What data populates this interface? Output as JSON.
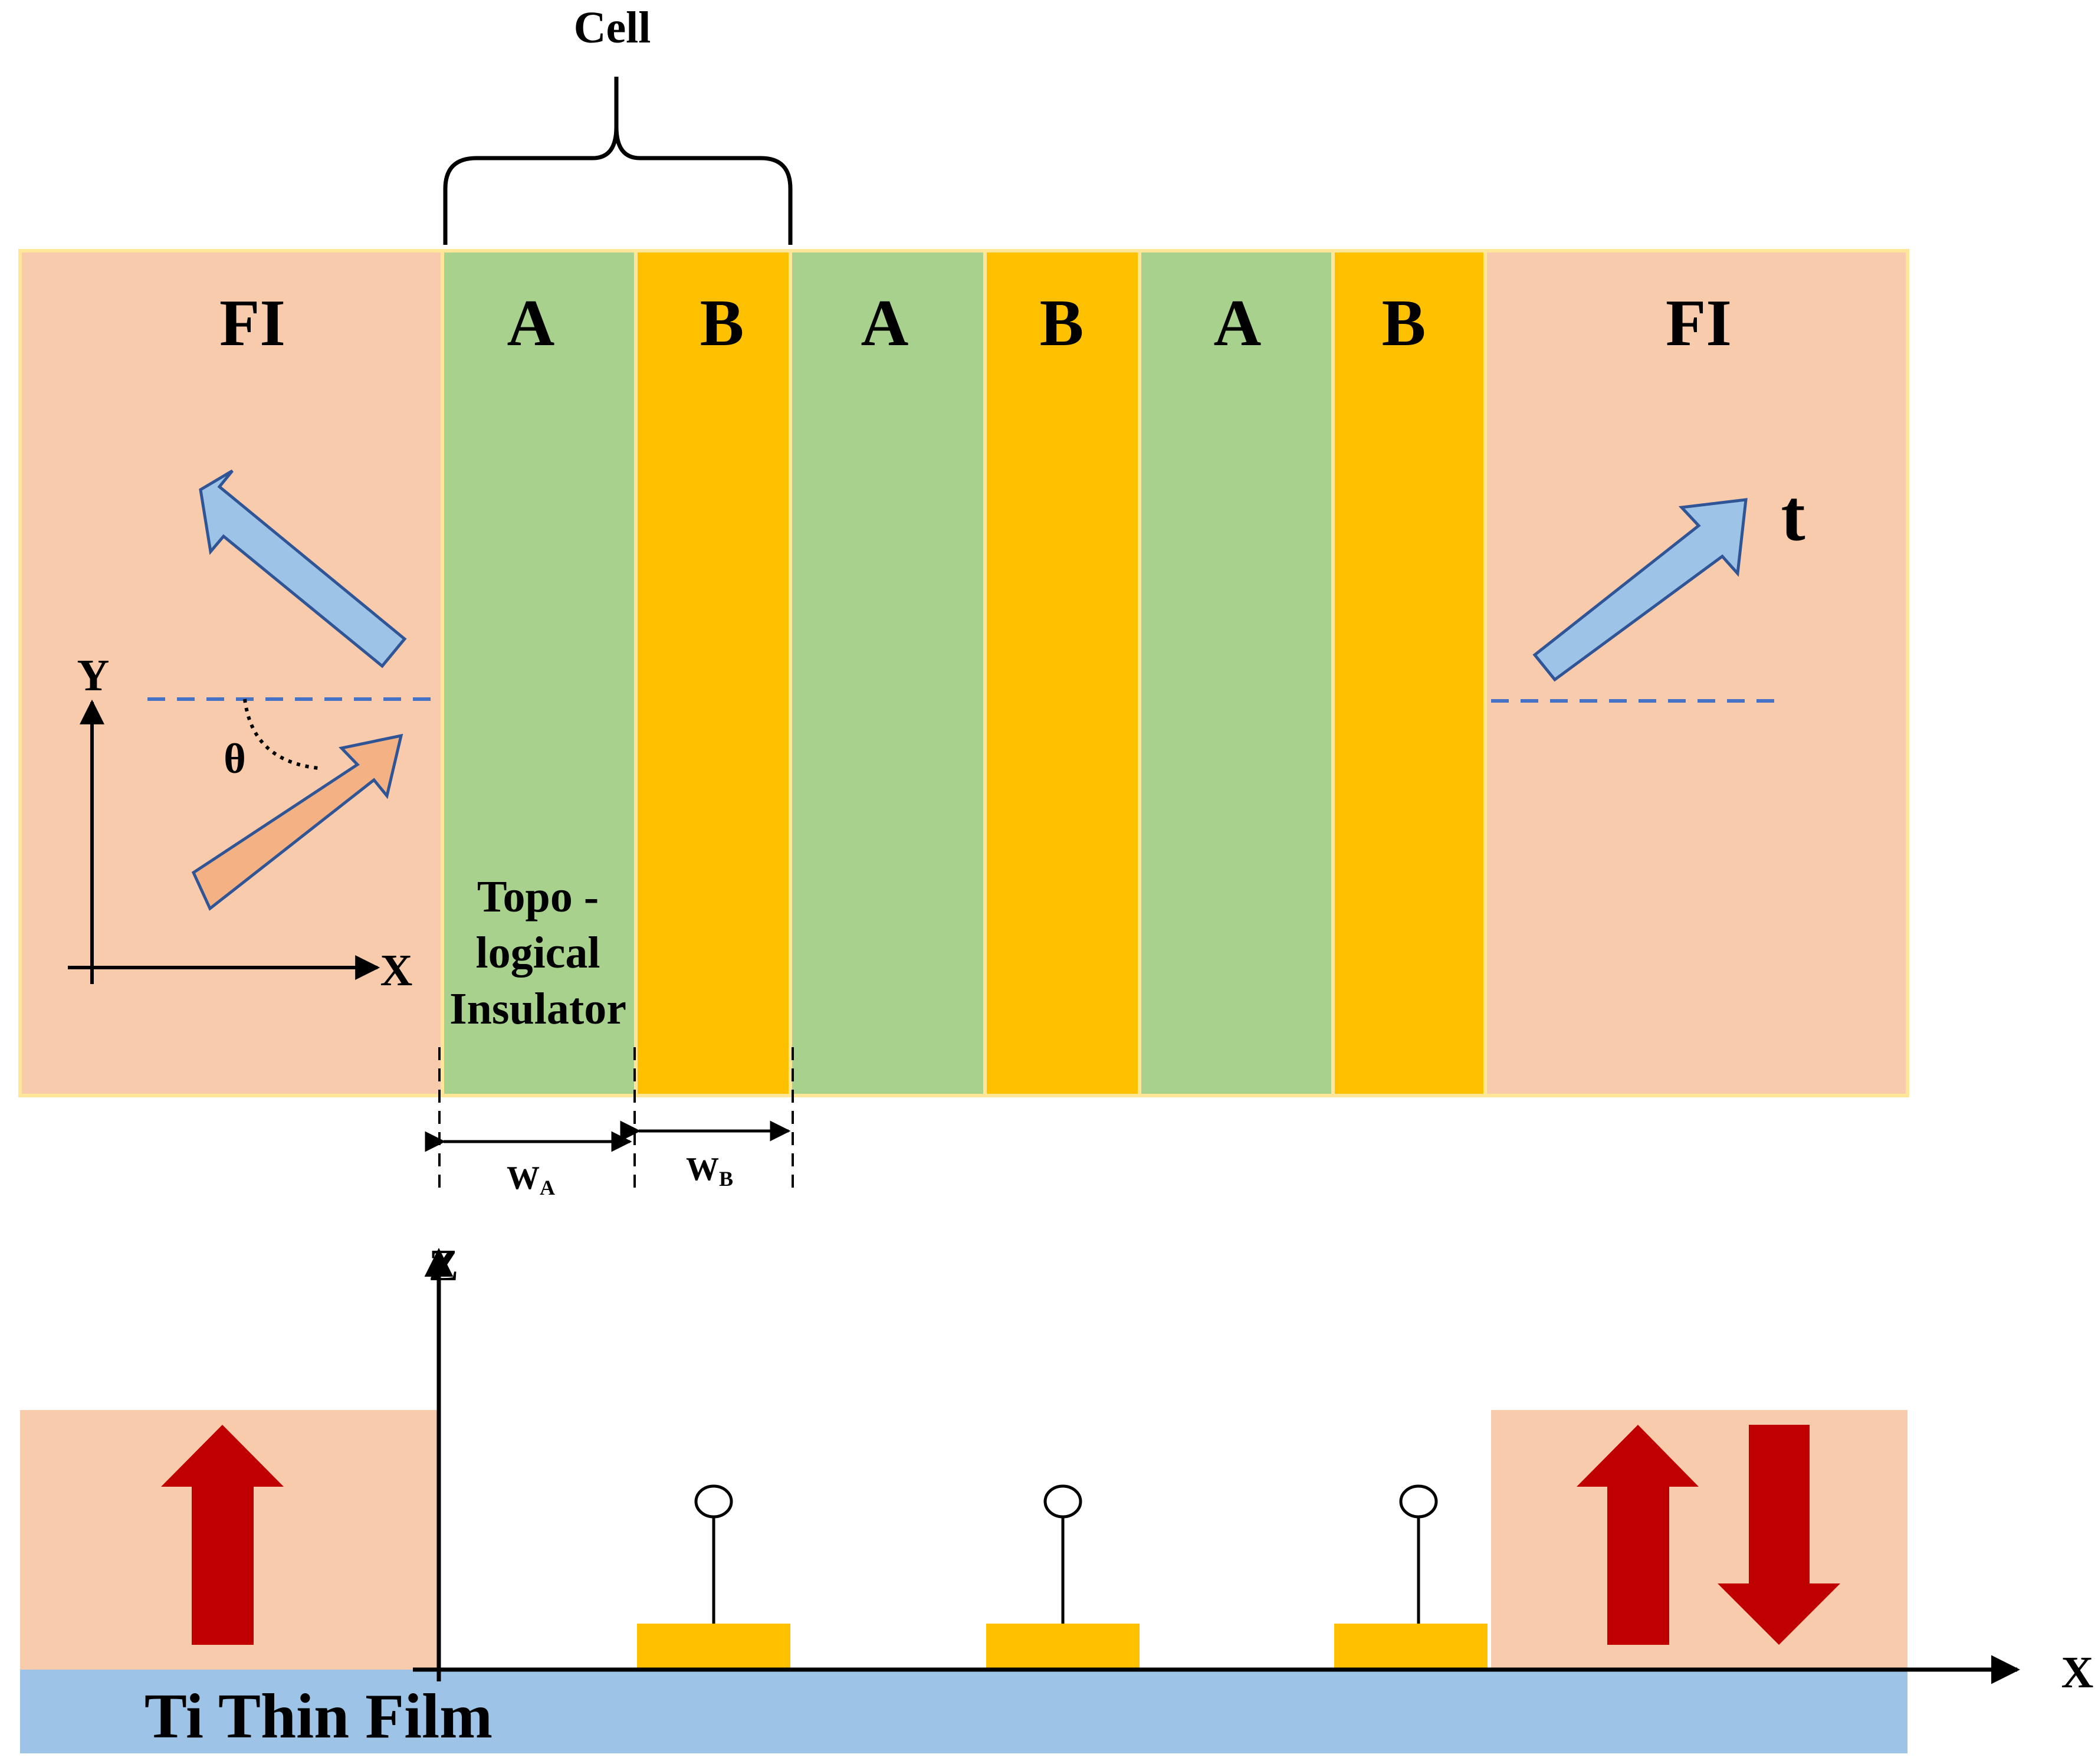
{
  "top": {
    "cell_label": "Cell",
    "fi_left": "FI",
    "fi_right": "FI",
    "layers": [
      {
        "label": "A",
        "kind": "A"
      },
      {
        "label": "B",
        "kind": "B"
      },
      {
        "label": "A",
        "kind": "A"
      },
      {
        "label": "B",
        "kind": "B"
      },
      {
        "label": "A",
        "kind": "A"
      },
      {
        "label": "B",
        "kind": "B"
      }
    ],
    "axis_y": "Y",
    "axis_x": "X",
    "theta": "θ",
    "transmitted_label": "t",
    "topo_lines": [
      "Topo -",
      "logical",
      "Insulator"
    ],
    "wa_main": "W",
    "wa_sub": "A",
    "wb_main": "W",
    "wb_sub": "B"
  },
  "bottom": {
    "axis_z": "Z",
    "axis_x": "X",
    "substrate_label": "Ti Thin Film"
  },
  "colors": {
    "fi": "#F8CBAD",
    "layer_a": "#A9D18E",
    "layer_b": "#FFC000",
    "border": "#FFE699",
    "blue_arrow": "#9DC3E6",
    "blue_arrow_stroke": "#2F5597",
    "orange_arrow": "#F4B183",
    "red_arrow": "#C00000",
    "substrate": "#9DC3E6",
    "dash": "#4472C4"
  }
}
